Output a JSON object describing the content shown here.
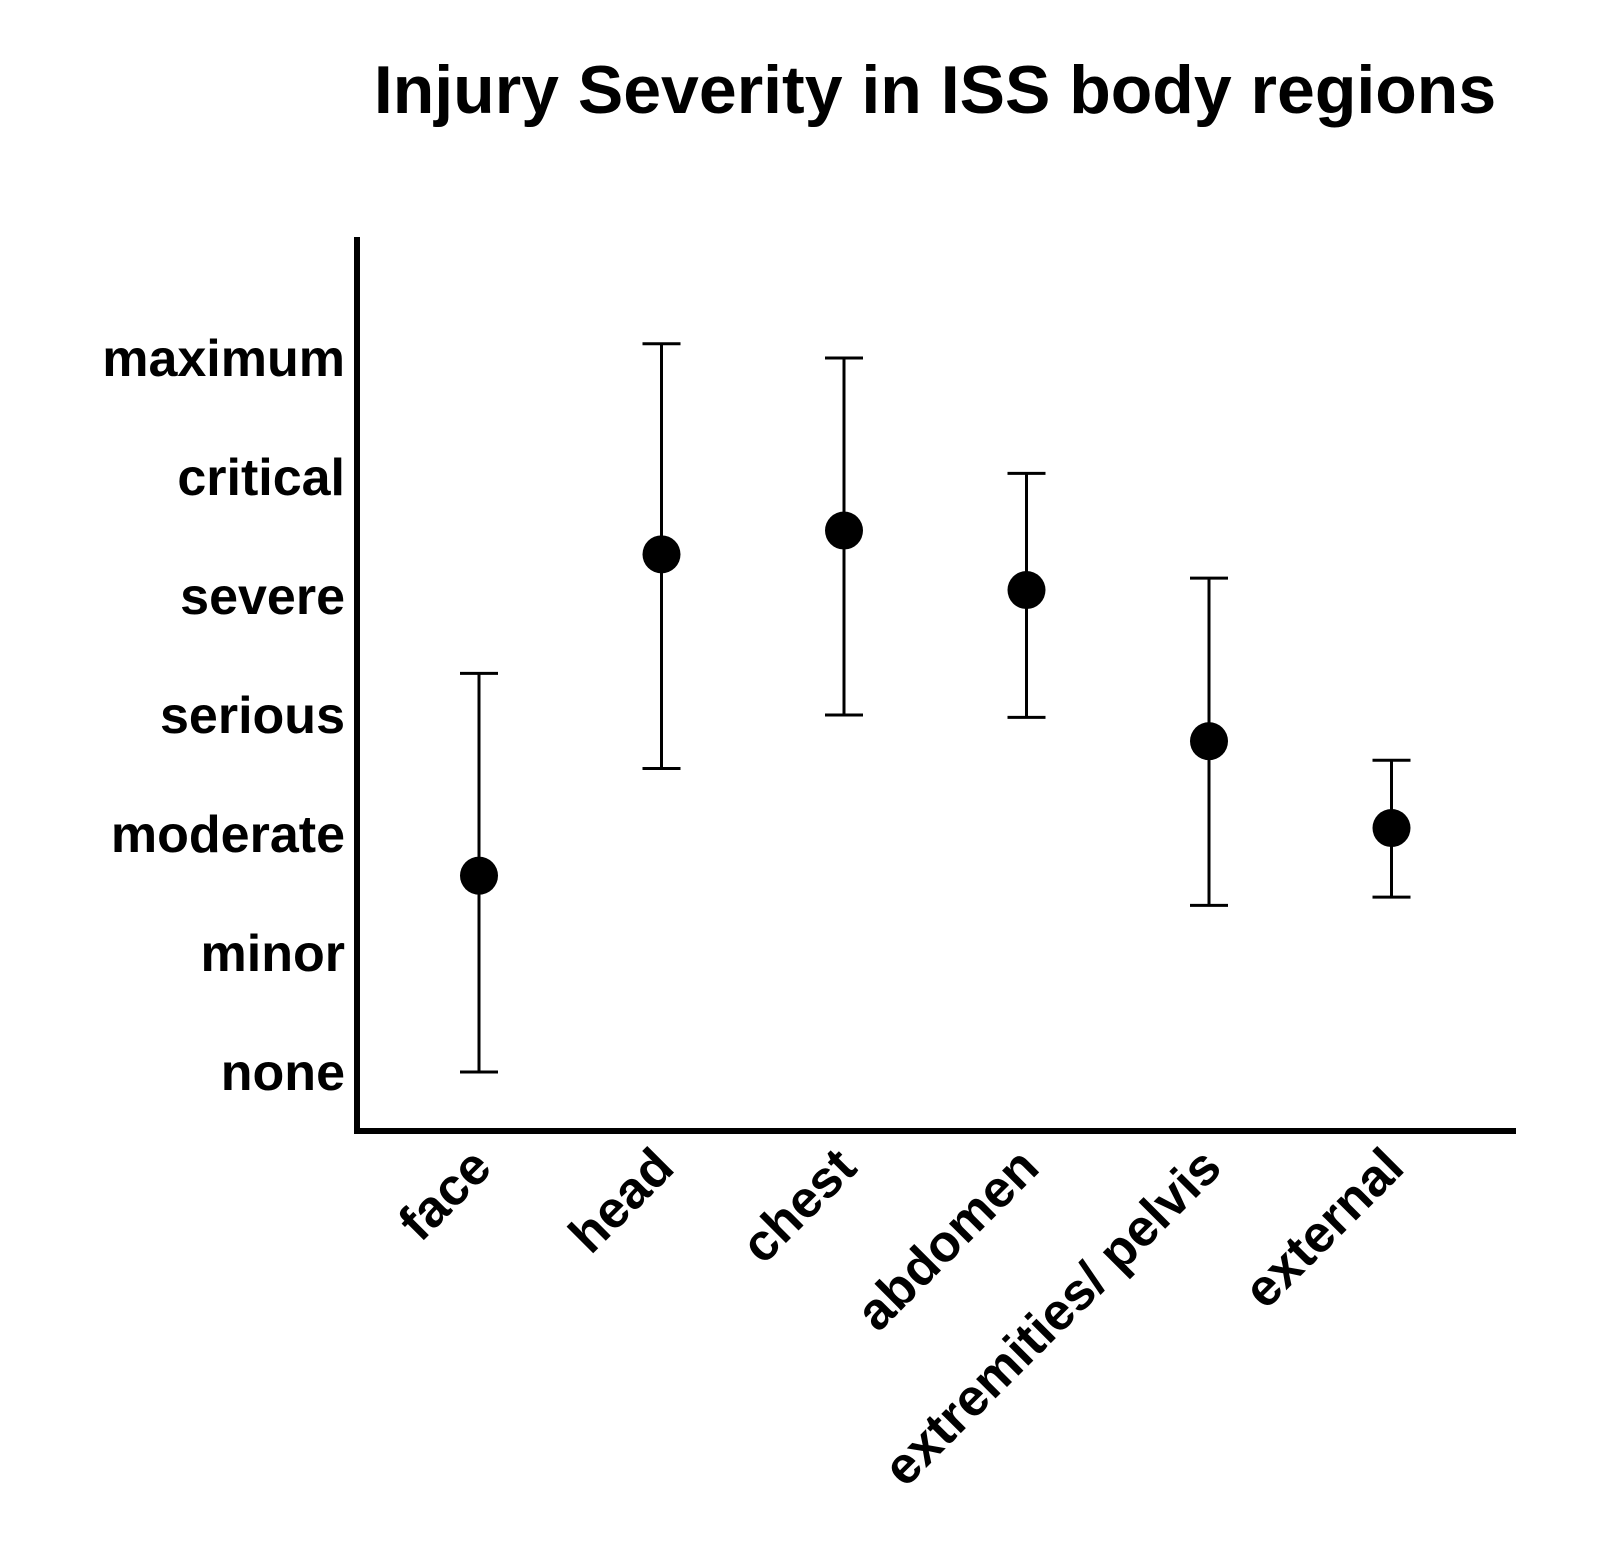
{
  "chart_data": {
    "type": "scatter",
    "title": "Injury Severity in ISS body regions",
    "xlabel": "",
    "ylabel": "",
    "categories": [
      "face",
      "head",
      "chest",
      "abdomen",
      "extremities/ pelvis",
      "external"
    ],
    "y_levels": [
      "none",
      "minor",
      "moderate",
      "serious",
      "severe",
      "critical",
      "maximum"
    ],
    "y_values": [
      0,
      1,
      2,
      3,
      4,
      5,
      6
    ],
    "ylim": [
      -0.5,
      7.0
    ],
    "series": [
      {
        "values": [
          1.65,
          4.35,
          4.55,
          4.05,
          2.78,
          2.05
        ],
        "error_low": [
          0.0,
          2.55,
          3.0,
          2.98,
          1.4,
          1.47
        ],
        "error_high": [
          3.35,
          6.12,
          6.0,
          5.03,
          4.15,
          2.62
        ]
      }
    ],
    "grid": false,
    "legend": "none",
    "colors": {
      "marker": "#000000",
      "axis": "#000000",
      "background": "#ffffff"
    }
  }
}
